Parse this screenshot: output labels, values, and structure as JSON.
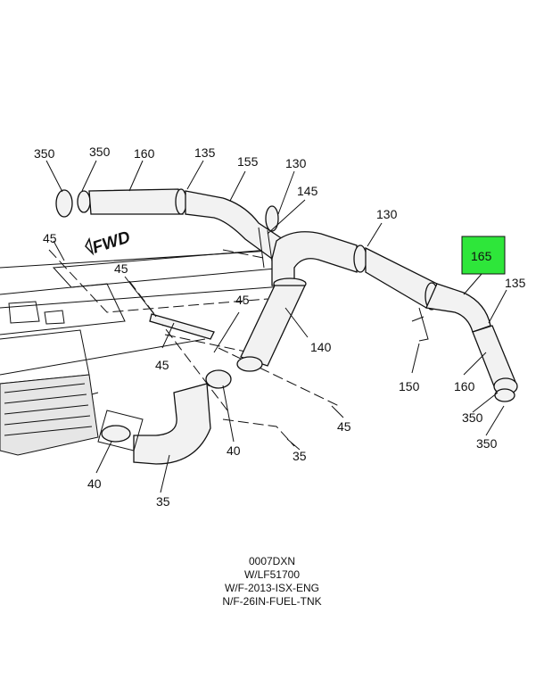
{
  "callouts": {
    "c350_a": "350",
    "c350_b": "350",
    "c160_a": "160",
    "c135_a": "135",
    "c155": "155",
    "c130_a": "130",
    "c145": "145",
    "c130_b": "130",
    "c45_a": "45",
    "c45_b": "45",
    "c45_c": "45",
    "c45_d": "45",
    "c45_e": "45",
    "c140": "140",
    "c165": "165",
    "c135_b": "135",
    "c150": "150",
    "c160_b": "160",
    "c350_c": "350",
    "c350_d": "350",
    "c40_a": "40",
    "c40_b": "40",
    "c35_a": "35",
    "c35_b": "35"
  },
  "fwd_label": "FWD",
  "highlight_color": "#2ee63a",
  "caption": {
    "line1": "0007DXN",
    "line2": "W/LF51700",
    "line3": "W/F-2013-ISX-ENG",
    "line4": "N/F-26IN-FUEL-TNK"
  }
}
